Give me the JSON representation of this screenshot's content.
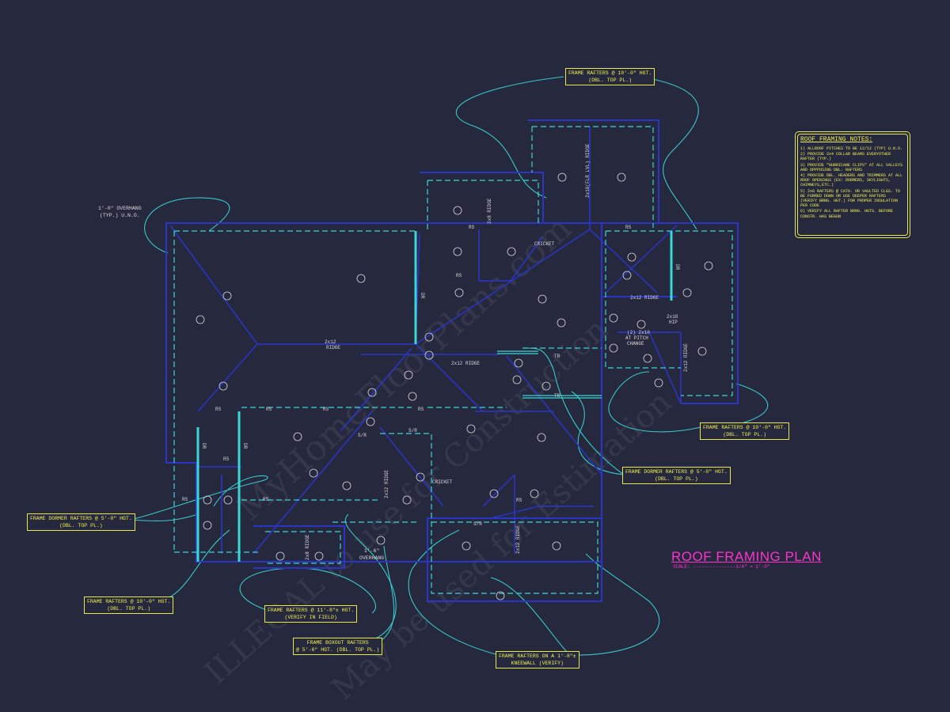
{
  "title": {
    "main": "ROOF FRAMING PLAN",
    "scale": "SCALE: ---------------1/4\" = 1'-0\""
  },
  "notes": {
    "heading": "ROOF FRAMING NOTES:",
    "items": [
      "1) ALLROOF PITCHES TO BE 12/12 (TYP) U.N.O.",
      "2) PROVIDE 2x4 COLLAR BEAMS EVERYOTHER RAFTER (TYP.)",
      "3) PROVIDE \"HURRICANE CLIPS\" AT ALL VALLEYS AND OPPPOSING DBL. RAFTERS",
      "4) PROVIDE DBL. HEADERS AND TRIMMERS AT ALL ROOF OPENINGS (EX: DORMERS, SKYLIGHTS, CHIMNEYS,ETC.)",
      "5) 2x8 RAFTERS @ CATH. OR VAULTED CLGS. TO BE FURRED DOWN OR USE DEEPER RAFTERS (VERIFY BRNG. HGT.) FOR PROPER INSULATION PER CODE",
      "6) VERIFY ALL RAFTER BRNG. HGTS. BEFORE CONSTR. HAS BEGUN"
    ]
  },
  "callouts": {
    "top_center": [
      "FRAME RAFTERS @ 10'-0\" HGT.",
      "(DBL. TOP PL.)"
    ],
    "right_mid": [
      "FRAME RAFTERS @ 10'-0\" HGT.",
      "(DBL. TOP PL.)"
    ],
    "dormer_right": [
      "FRAME DORMER RAFTERS @ 5'-0\" HGT.",
      "(DBL. TOP PL.)"
    ],
    "dormer_left": [
      "FRAME DORMER RAFTERS @ 5'-0\" HGT.",
      "(DBL. TOP PL.)"
    ],
    "bottom_left": [
      "FRAME RAFTERS @ 10'-0\" HGT.",
      "(DBL. TOP PL.)"
    ],
    "verify_field": [
      "FRAME RAFTERS @ 11'-8\"± HGT.",
      "(VERIFY IN FIELD)"
    ],
    "boxout": [
      "FRAME BOXOUT RAFTERS",
      "@ 5'-6\" HGT. (DBL. TOP PL.)"
    ],
    "kneewall": [
      "FRAME RAFTERS ON A 1'-8\"±",
      "KNEEWALL (VERIFY)"
    ]
  },
  "labels": {
    "overhang_top": [
      "1'-0\" OVERHANG",
      "(TYP.) U.N.O."
    ],
    "overhang_bottom": [
      "1'-6\"",
      "OVERHANG"
    ],
    "ridge_main": [
      "2x12",
      "RIDGE"
    ],
    "ridge_center": "2x12 RIDGE",
    "ridge_right": "2x12 RIDGE",
    "hip_right": [
      "2x10",
      "HIP"
    ],
    "pitch_change": [
      "(2) 2x10",
      "AT PITCH",
      "CHANGE"
    ],
    "cricket_top": "CRICKET",
    "cricket_bottom": "CRICKET",
    "sr_1": "S/R",
    "sr_2": "S/R",
    "sr_3": "S/R",
    "ridge_vert_top": "2x8 RIDGE",
    "ridge_vert_tr": "2x10(FLR LVL) RIDGE",
    "ridge_vert_right": "2x12 RIDGE",
    "ridge_vert_mid": "2x12 RIDGE",
    "ridge_vert_bot": "2x12 RIDGE",
    "ridge_vert_bl": "2x8 RIDGE",
    "rs": "RS",
    "dr": "DR",
    "tr": "TR"
  },
  "watermark": [
    "MyHomeFloorPlans.com",
    "ILLEGAL to use for Construction",
    "May be used for Estimation"
  ],
  "colors": {
    "background": "#26283e",
    "wall": "#2a35c8",
    "dashed": "#3ad6d6",
    "leader": "#37c9c9",
    "callout": "#f0f050",
    "title": "#ff33cc",
    "text": "#d8d8d8"
  }
}
